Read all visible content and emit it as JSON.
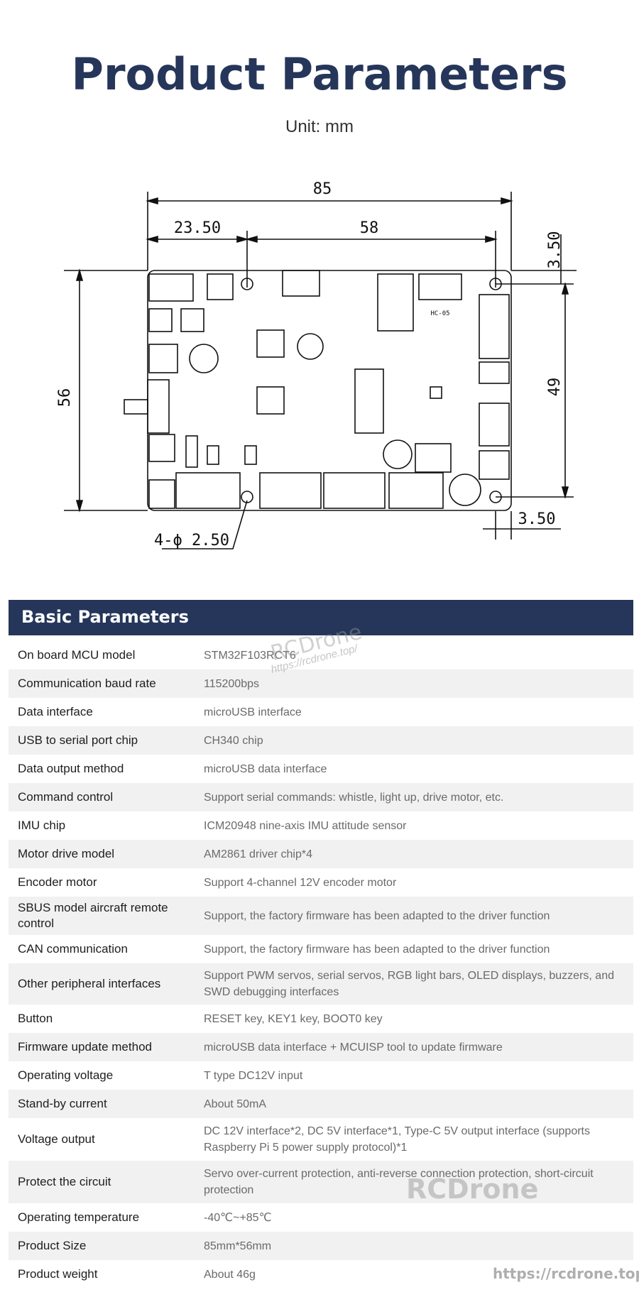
{
  "header": {
    "title": "Product Parameters",
    "unit": "Unit: mm"
  },
  "drawing": {
    "dim_width": "85",
    "dim_left": "23.50",
    "dim_mid": "58",
    "dim_top_right": "3.50",
    "dim_height": "56",
    "dim_inner_height": "49",
    "dim_bottom_right": "3.50",
    "dim_holes": "4-ϕ 2.50",
    "chip_label": "HC-05"
  },
  "section": {
    "title": "Basic Parameters"
  },
  "rows": [
    {
      "label": "On board MCU model",
      "value": "STM32F103RCT6"
    },
    {
      "label": "Communication baud rate",
      "value": "115200bps"
    },
    {
      "label": "Data interface",
      "value": "microUSB interface"
    },
    {
      "label": "USB to serial port chip",
      "value": "CH340 chip"
    },
    {
      "label": "Data output method",
      "value": "microUSB data interface"
    },
    {
      "label": "Command control",
      "value": "Support serial commands: whistle, light up, drive motor, etc."
    },
    {
      "label": "IMU chip",
      "value": "ICM20948 nine-axis IMU attitude sensor"
    },
    {
      "label": "Motor drive model",
      "value": "AM2861 driver chip*4"
    },
    {
      "label": "Encoder motor",
      "value": "Support 4-channel 12V encoder motor"
    },
    {
      "label": "SBUS model aircraft remote control",
      "value": "Support, the factory firmware has been adapted to the driver function"
    },
    {
      "label": "CAN communication",
      "value": "Support, the factory firmware has been adapted to the driver function"
    },
    {
      "label": "Other peripheral interfaces",
      "value": "Support PWM servos, serial servos, RGB light bars, OLED displays, buzzers, and SWD debugging interfaces"
    },
    {
      "label": "Button",
      "value": "RESET key, KEY1 key, BOOT0 key"
    },
    {
      "label": "Firmware update method",
      "value": "microUSB data interface + MCUISP tool to update firmware"
    },
    {
      "label": "Operating voltage",
      "value": "T type DC12V input"
    },
    {
      "label": "Stand-by current",
      "value": "About 50mA"
    },
    {
      "label": "Voltage output",
      "value": "DC 12V interface*2, DC 5V interface*1, Type-C 5V output interface (supports Raspberry Pi 5 power supply protocol)*1"
    },
    {
      "label": "Protect the circuit",
      "value": "Servo over-current protection, anti-reverse connection protection, short-circuit protection"
    },
    {
      "label": "Operating temperature",
      "value": "-40℃~+85℃"
    },
    {
      "label": "Product Size",
      "value": "85mm*56mm"
    },
    {
      "label": "Product weight",
      "value": "About 46g"
    }
  ],
  "watermarks": {
    "brand": "RCDrone",
    "url_small": "https://rcdrone.top/",
    "brand_large": "RCDrone",
    "url_footer": "https://rcdrone.top/"
  }
}
